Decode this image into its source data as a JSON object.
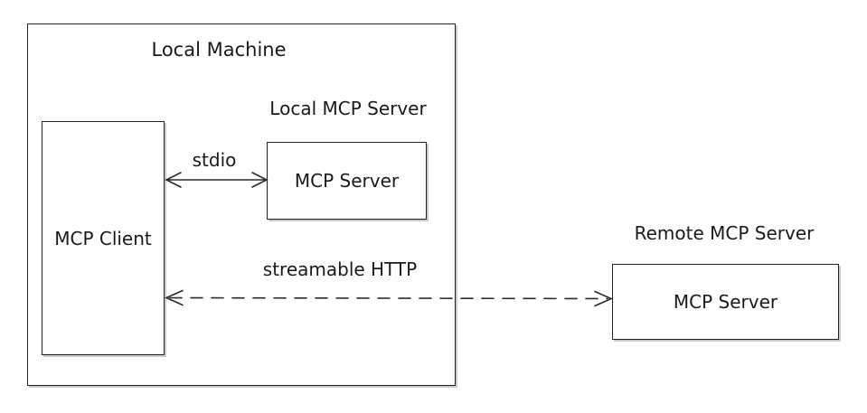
{
  "diagram": {
    "type": "architecture-diagram",
    "colors": {
      "background": "#ffffff",
      "line": "#222222",
      "text": "#1a1a1a",
      "box_shadow": "#c9c9c9"
    },
    "local_machine": {
      "label": "Local Machine"
    },
    "mcp_client": {
      "label": "MCP Client"
    },
    "local_mcp_server": {
      "title": "Local MCP Server",
      "label": "MCP Server"
    },
    "remote_mcp_server": {
      "title": "Remote MCP Server",
      "label": "MCP Server"
    },
    "connections": [
      {
        "label": "stdio",
        "style": "solid",
        "direction": "bidirectional",
        "from": "MCP Client",
        "to": "Local MCP Server"
      },
      {
        "label": "streamable HTTP",
        "style": "dashed",
        "direction": "bidirectional",
        "from": "MCP Client",
        "to": "Remote MCP Server"
      }
    ]
  }
}
